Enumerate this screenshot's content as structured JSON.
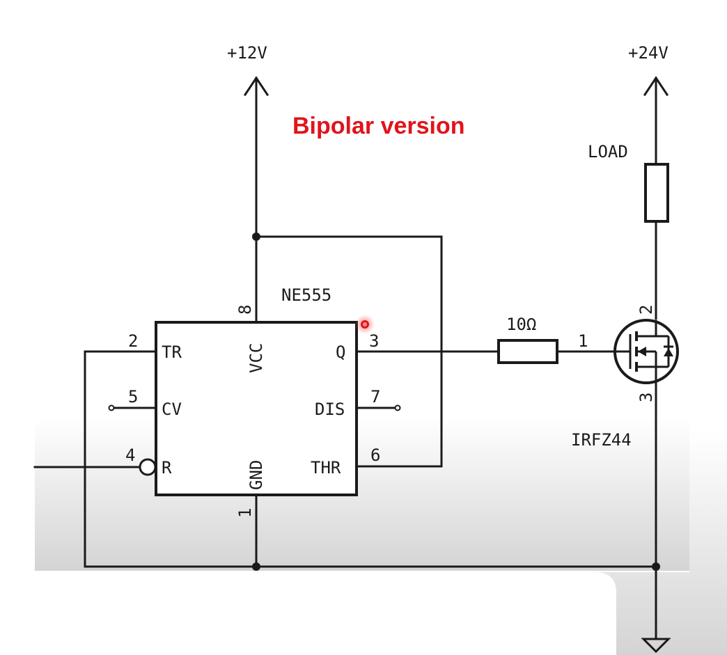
{
  "title": "Bipolar version",
  "colors": {
    "title": "#e0141b",
    "ink": "#1a1a1a",
    "highlight": "#e0141b"
  },
  "supplies": {
    "v12": "+12V",
    "v24": "+24V"
  },
  "ic": {
    "name": "NE555",
    "pins": {
      "tr": "TR",
      "cv": "CV",
      "r": "R",
      "vcc": "VCC",
      "gnd": "GND",
      "q": "Q",
      "dis": "DIS",
      "thr": "THR"
    },
    "pin_numbers": {
      "tr": "2",
      "cv": "5",
      "r": "4",
      "vcc": "8",
      "gnd": "1",
      "q": "3",
      "dis": "7",
      "thr": "6"
    }
  },
  "resistor": {
    "value": "10Ω"
  },
  "load": {
    "label": "LOAD"
  },
  "mosfet": {
    "name": "IRFZ44",
    "pin_gate": "1",
    "pin_drain": "2",
    "pin_source": "3"
  }
}
